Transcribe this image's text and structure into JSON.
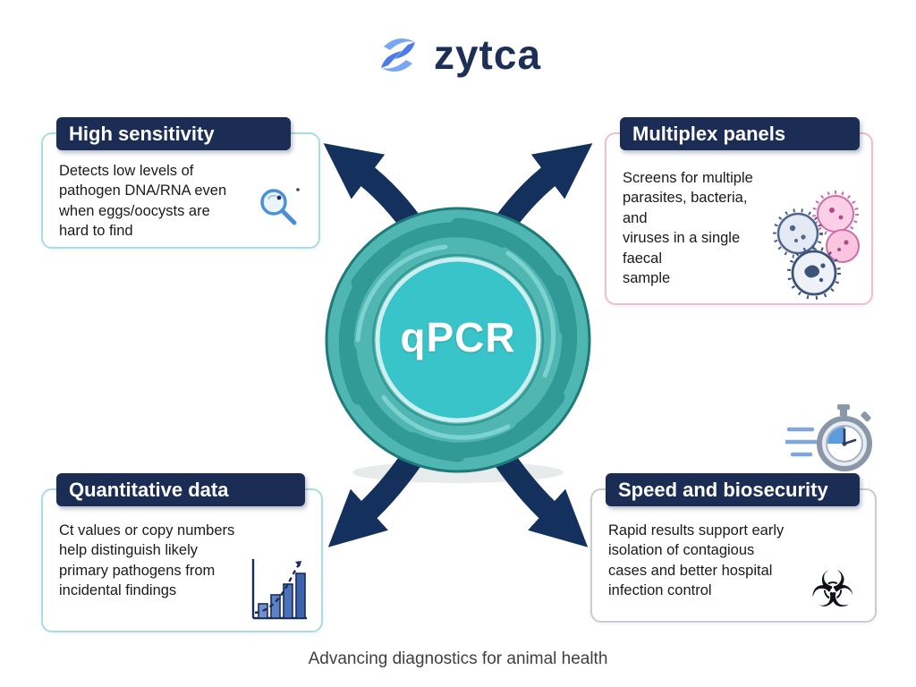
{
  "logo": {
    "text": "zytca",
    "icon": "logo-swirl-icon"
  },
  "center": {
    "label": "qPCR"
  },
  "cards": [
    {
      "id": "high-sensitivity",
      "title": "High sensitivity",
      "body": "Detects low levels of\npathogen DNA/RNA even\nwhen eggs/oocysts are\nhard to find",
      "icon": "magnifier-icon",
      "accent_color": "#aadde0"
    },
    {
      "id": "multiplex-panels",
      "title": "Multiplex panels",
      "body": "Screens for multiple\nparasites, bacteria, and\nviruses in a single faecal\nsample",
      "icon": "microbes-icon",
      "accent_color": "#f3bcd4"
    },
    {
      "id": "quantitative-data",
      "title": "Quantitative data",
      "body": "Ct values or copy numbers\nhelp distinguish likely\nprimary pathogens from\nincidental findings",
      "icon": "bar-chart-icon",
      "accent_color": "#aadde0"
    },
    {
      "id": "speed-and-biosecurity",
      "title": "Speed and biosecurity",
      "body": "Rapid results support early\nisolation of contagious\ncases and better hospital\ninfection control",
      "icon": "biohazard-icon",
      "accent_color": "#c9ccd1"
    }
  ],
  "icons": {
    "biohazard_glyph": "☣",
    "extra": [
      "stopwatch-icon",
      "logo-swirl-icon",
      "magnifier-icon",
      "microbes-icon",
      "bar-chart-icon",
      "biohazard-icon"
    ]
  },
  "footer": {
    "tagline": "Advancing diagnostics for animal health"
  },
  "colors": {
    "navy": "#1b2d55",
    "arrow_navy": "#14305c",
    "outer_ring_teal": "#4fb6b2",
    "inner_circle_teal": "#38c4c9",
    "teal_border": "#aadde0",
    "pink_border": "#f3bcd4",
    "gray_border": "#c9ccd1",
    "icon_blue": "#4a90d9"
  }
}
